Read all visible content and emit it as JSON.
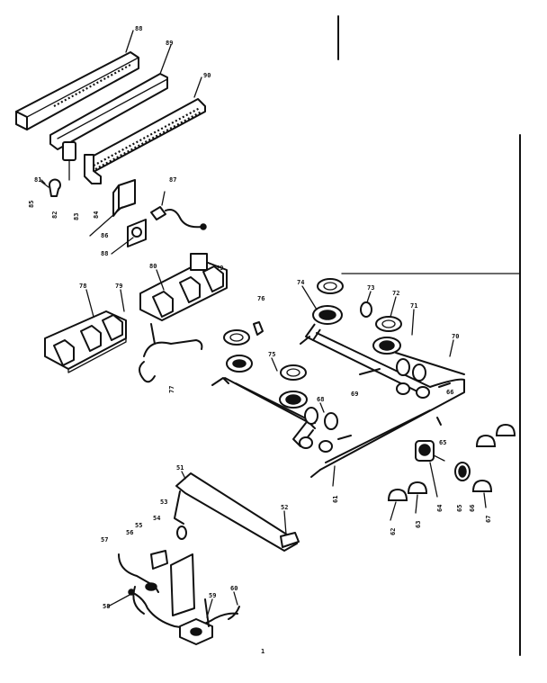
{
  "callouts": [
    {
      "id": "c1",
      "text": "88"
    },
    {
      "id": "c2",
      "text": "89"
    },
    {
      "id": "c3",
      "text": "90"
    },
    {
      "id": "c4",
      "text": "81"
    },
    {
      "id": "c5",
      "text": "82"
    },
    {
      "id": "c6",
      "text": "83"
    },
    {
      "id": "c7",
      "text": "84"
    },
    {
      "id": "c8",
      "text": "85"
    },
    {
      "id": "c9",
      "text": "86"
    },
    {
      "id": "c10",
      "text": "87"
    },
    {
      "id": "c11",
      "text": "88"
    },
    {
      "id": "c12",
      "text": "78"
    },
    {
      "id": "c13",
      "text": "79"
    },
    {
      "id": "c14",
      "text": "80"
    },
    {
      "id": "c15",
      "text": "79"
    },
    {
      "id": "c16",
      "text": "76"
    },
    {
      "id": "c17",
      "text": "77"
    },
    {
      "id": "c18",
      "text": "74"
    },
    {
      "id": "c19",
      "text": "73"
    },
    {
      "id": "c20",
      "text": "72"
    },
    {
      "id": "c21",
      "text": "71"
    },
    {
      "id": "c22",
      "text": "70"
    },
    {
      "id": "c23",
      "text": "75"
    },
    {
      "id": "c24",
      "text": "69"
    },
    {
      "id": "c25",
      "text": "68"
    },
    {
      "id": "c26",
      "text": "65"
    },
    {
      "id": "c27",
      "text": "66"
    },
    {
      "id": "c28",
      "text": "61"
    },
    {
      "id": "c29",
      "text": "62"
    },
    {
      "id": "c30",
      "text": "63"
    },
    {
      "id": "c31",
      "text": "64"
    },
    {
      "id": "c32",
      "text": "65"
    },
    {
      "id": "c33",
      "text": "66"
    },
    {
      "id": "c34",
      "text": "67"
    },
    {
      "id": "c35",
      "text": "51"
    },
    {
      "id": "c36",
      "text": "52"
    },
    {
      "id": "c37",
      "text": "53"
    },
    {
      "id": "c38",
      "text": "54"
    },
    {
      "id": "c39",
      "text": "55"
    },
    {
      "id": "c40",
      "text": "56"
    },
    {
      "id": "c41",
      "text": "57"
    },
    {
      "id": "c42",
      "text": "58"
    },
    {
      "id": "c43",
      "text": "59"
    },
    {
      "id": "c44",
      "text": "60"
    },
    {
      "id": "c45",
      "text": "1"
    }
  ]
}
